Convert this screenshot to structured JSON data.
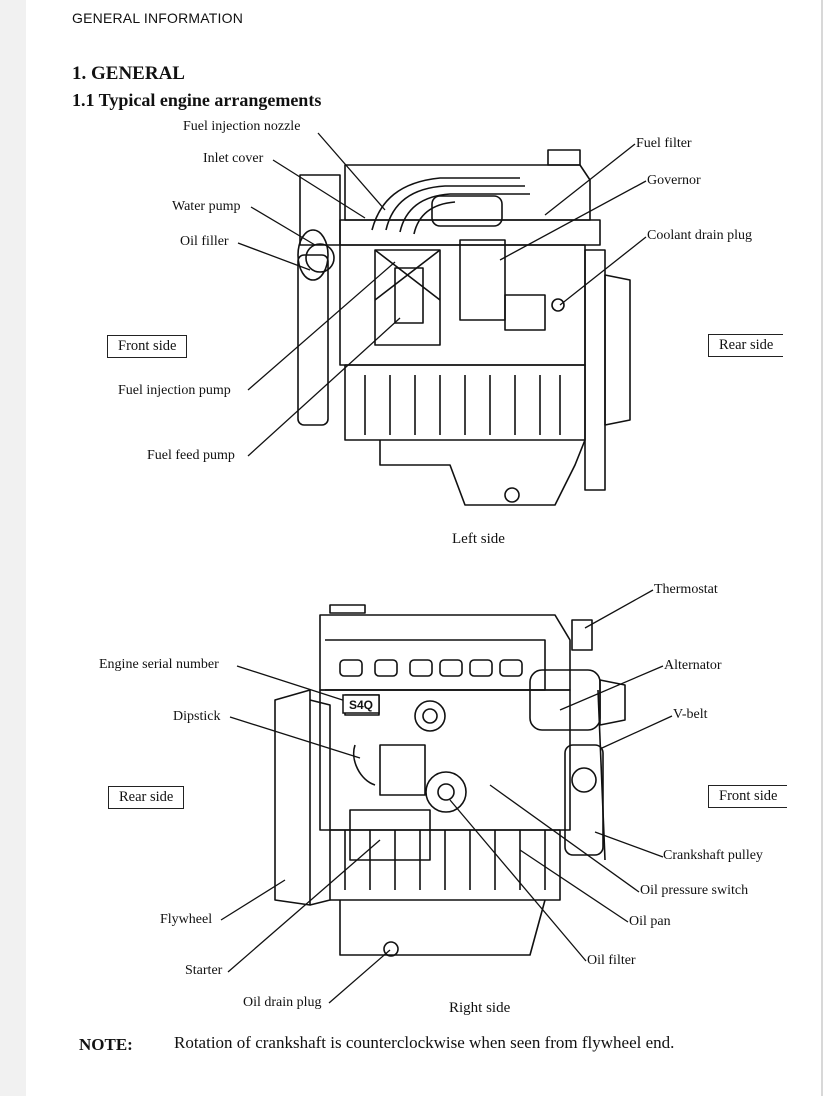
{
  "header": "GENERAL INFORMATION",
  "section_title": "1.  GENERAL",
  "subsection_title": "1.1  Typical engine arrangements",
  "left_view": {
    "caption": "Left side",
    "front_box": "Front side",
    "rear_box": "Rear side",
    "labels": {
      "fuel_injection_nozzle": "Fuel injection nozzle",
      "inlet_cover": "Inlet cover",
      "water_pump": "Water pump",
      "oil_filler": "Oil filler",
      "fuel_injection_pump": "Fuel injection pump",
      "fuel_feed_pump": "Fuel feed pump",
      "fuel_filter": "Fuel filter",
      "governor": "Governor",
      "coolant_drain_plug": "Coolant drain plug"
    }
  },
  "right_view": {
    "caption": "Right side",
    "rear_box": "Rear side",
    "front_box": "Front side",
    "serial_stamp": "S4Q",
    "labels": {
      "thermostat": "Thermostat",
      "engine_serial_number": "Engine serial number",
      "alternator": "Alternator",
      "dipstick": "Dipstick",
      "v_belt": "V-belt",
      "crankshaft_pulley": "Crankshaft pulley",
      "oil_pressure_switch": "Oil pressure switch",
      "flywheel": "Flywheel",
      "oil_pan": "Oil pan",
      "starter": "Starter",
      "oil_filter": "Oil filter",
      "oil_drain_plug": "Oil drain plug"
    }
  },
  "note": {
    "label": "NOTE:",
    "text": "Rotation of crankshaft is counterclockwise when seen from flywheel end."
  }
}
